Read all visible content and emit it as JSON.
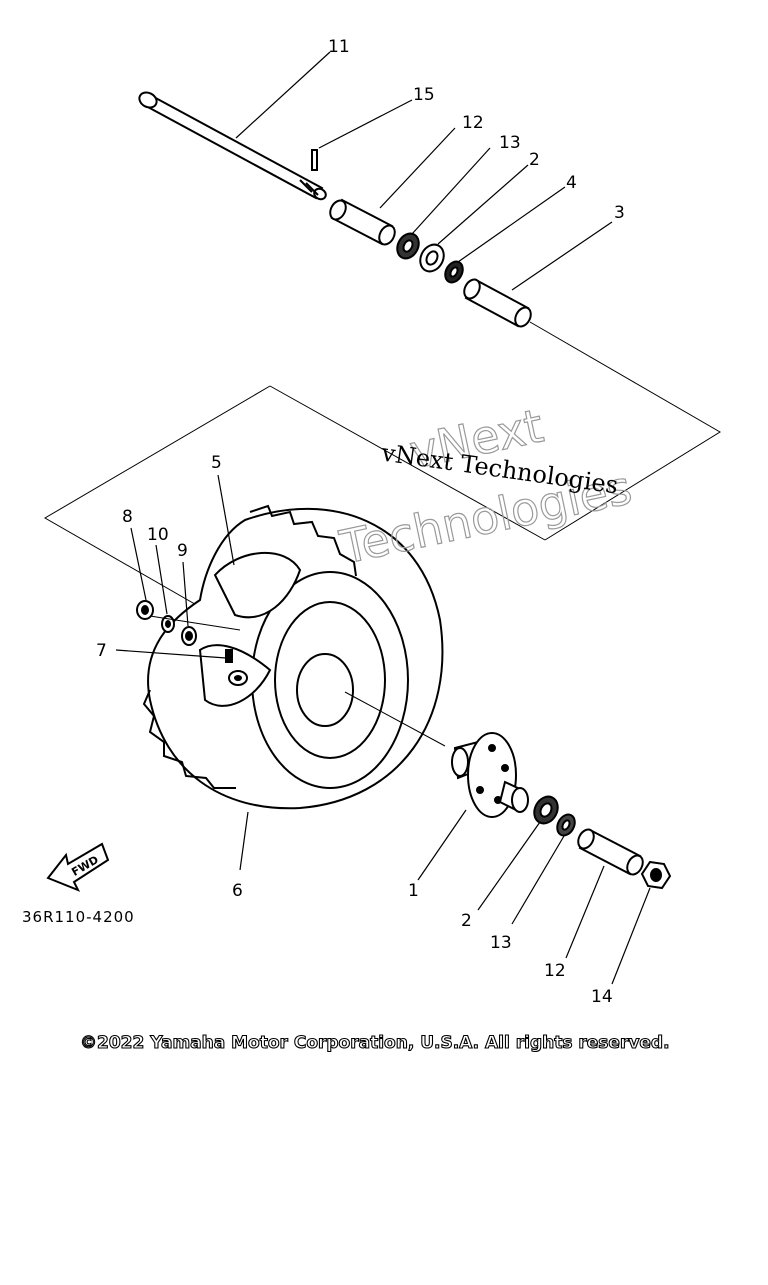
{
  "diagram_code": "36R110-4200",
  "fwd_label": "FWD",
  "watermark": {
    "line1": "vNext Technologies",
    "big_line1": "vNext",
    "big_line2": "Technologies"
  },
  "copyright": "©2022 Yamaha Motor Corporation, U.S.A. All rights reserved.",
  "callouts": {
    "c11": "11",
    "c15": "15",
    "c12_top": "12",
    "c13_top": "13",
    "c2_top": "2",
    "c4": "4",
    "c3": "3",
    "c5": "5",
    "c8": "8",
    "c10": "10",
    "c9": "9",
    "c7": "7",
    "c6": "6",
    "c1": "1",
    "c2_bottom": "2",
    "c13_bottom": "13",
    "c12_bottom": "12",
    "c14": "14"
  }
}
